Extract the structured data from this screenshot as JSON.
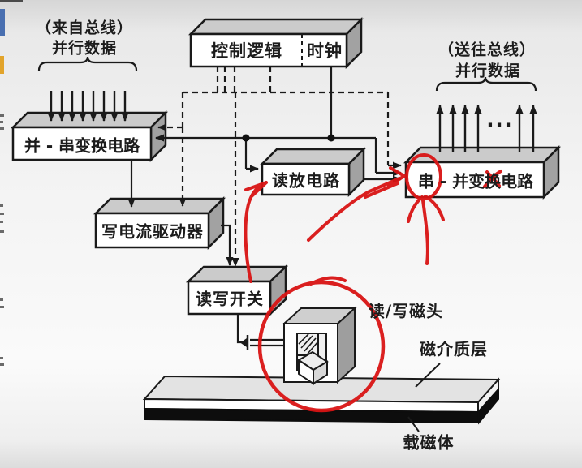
{
  "page": {
    "from_bus": {
      "line1": "（来自总线）",
      "line2": "并行数据"
    },
    "to_bus": {
      "line1": "（送往总线）",
      "line2": "并行数据"
    },
    "boxes": {
      "control_logic": "控制逻辑",
      "clock": "时钟",
      "par_to_ser": "并 - 串变换电路",
      "read_amp": "读放电路",
      "ser_to_par": "串 - 并变换电路",
      "write_driver": "写电流驱动器",
      "rw_switch": "读写开关"
    },
    "labels": {
      "rw_head": "读/写磁头",
      "medium": "磁介质层",
      "carrier": "载磁体",
      "ellipsis": "..."
    },
    "colors": {
      "annotation_red": "#d91414",
      "box_top": "#cbcbcb",
      "box_side": "#a2a2a2",
      "ink": "#1a1a1a"
    }
  }
}
